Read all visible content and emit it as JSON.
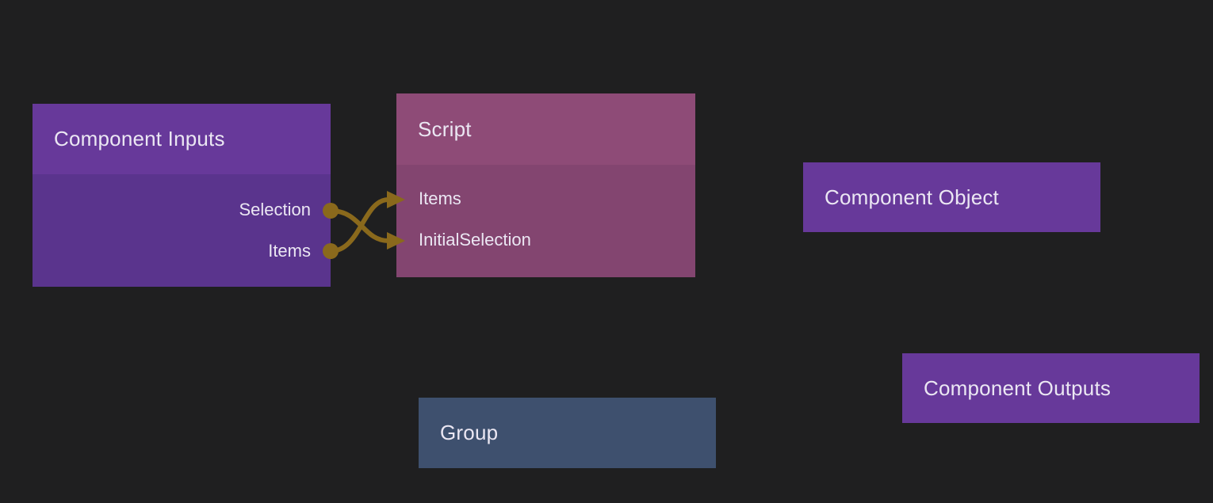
{
  "canvas": {
    "background_color": "#1f1f20",
    "wire_color": "#8a691c",
    "text_color": "#ebe7f3"
  },
  "nodes": {
    "component_inputs": {
      "title": "Component Inputs",
      "header_color": "#67399a",
      "body_color": "#5a348d",
      "ports": {
        "out1": "Selection",
        "out2": "Items"
      }
    },
    "script": {
      "title": "Script",
      "header_color": "#8e4b77",
      "body_color": "#834570",
      "ports": {
        "in1": "Items",
        "in2": "InitialSelection"
      }
    },
    "component_object": {
      "title": "Component Object",
      "color": "#67399a"
    },
    "component_outputs": {
      "title": "Component Outputs",
      "color": "#67399a"
    },
    "group": {
      "title": "Group",
      "color": "#3e506e"
    }
  },
  "connections": [
    {
      "from": "Component Inputs.Selection",
      "to": "Script.InitialSelection"
    },
    {
      "from": "Component Inputs.Items",
      "to": "Script.Items"
    }
  ]
}
